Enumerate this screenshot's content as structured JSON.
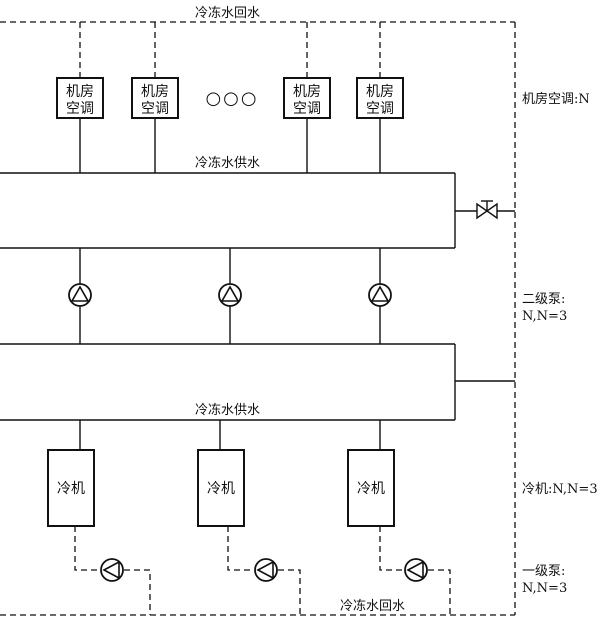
{
  "labels": {
    "return_top": "冷冻水回水",
    "supply_upper": "冷冻水供水",
    "supply_lower": "冷冻水供水",
    "return_bottom": "冷冻水回水",
    "ac_count": "机房空调:N",
    "pump2_line1": "二级泵:",
    "pump2_line2": "N,N=3",
    "chiller_count": "冷机:N,N=3",
    "pump1_line1": "一级泵:",
    "pump1_line2": "N,N=3"
  },
  "ac_units": [
    {
      "line1": "机房",
      "line2": "空调"
    },
    {
      "line1": "机房",
      "line2": "空调"
    },
    {
      "line1": "机房",
      "line2": "空调"
    },
    {
      "line1": "机房",
      "line2": "空调"
    }
  ],
  "ellipsis": "○○○",
  "chillers": [
    {
      "label": "冷机"
    },
    {
      "label": "冷机"
    },
    {
      "label": "冷机"
    }
  ]
}
